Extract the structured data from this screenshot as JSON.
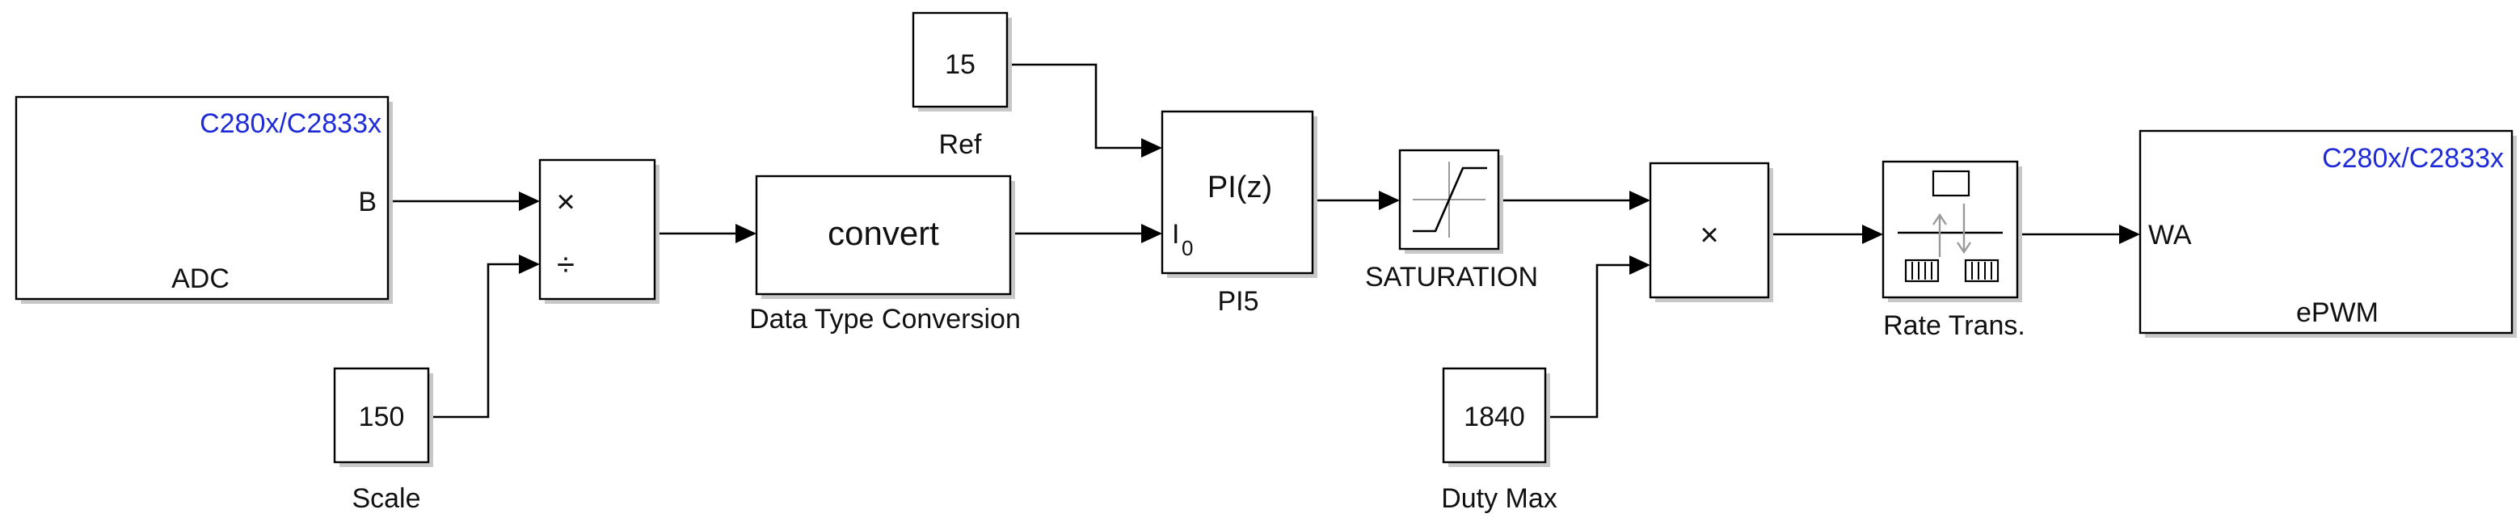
{
  "colors": {
    "hw_text": "#1f2bd8",
    "block_border": "#000000",
    "shadow": "#c8c8c8",
    "wire": "#000000"
  },
  "blocks": {
    "adc": {
      "target": "C280x/C2833x",
      "port_out": "B",
      "label": "ADC"
    },
    "scale": {
      "value": "150",
      "label": "Scale"
    },
    "product_divide": {
      "op_top": "×",
      "op_bottom": "÷"
    },
    "convert": {
      "text": "convert",
      "label": "Data Type Conversion"
    },
    "ref": {
      "value": "15",
      "label": "Ref"
    },
    "pi": {
      "text": "PI(z)",
      "port_sub": "I",
      "port_sub_index": "0",
      "label": "PI5"
    },
    "saturation": {
      "label": "SATURATION",
      "icon": "saturation-curve-icon"
    },
    "duty_max": {
      "value": "1840",
      "label": "Duty Max"
    },
    "product": {
      "op": "×"
    },
    "rate_transition": {
      "label": "Rate Trans.",
      "icon": "rate-transition-icon"
    },
    "epwm": {
      "target": "C280x/C2833x",
      "port_in": "WA",
      "label": "ePWM"
    }
  }
}
